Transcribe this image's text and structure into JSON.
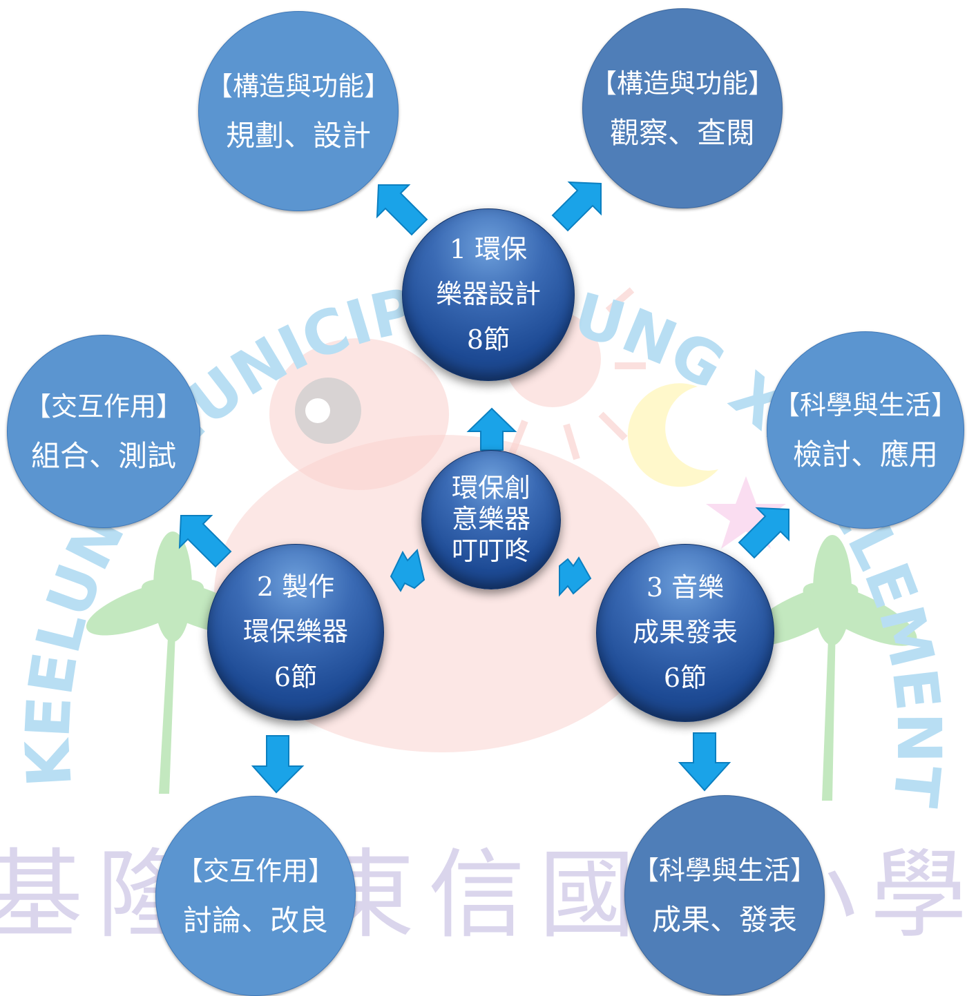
{
  "watermark": {
    "arc_text": "KEELUNG MUNICIPAL DUNG XIN ELEMENTARY SCHOOL",
    "bottom_text": "基隆市東信國民小學"
  },
  "hub": {
    "lines": [
      "環保創",
      "意樂器",
      "叮叮咚"
    ]
  },
  "steps": [
    {
      "id": "step-1",
      "lines": [
        "1 環保",
        "樂器設計",
        "8節"
      ]
    },
    {
      "id": "step-2",
      "lines": [
        "2 製作",
        "環保樂器",
        "6節"
      ]
    },
    {
      "id": "step-3",
      "lines": [
        "3 音樂",
        "成果發表",
        "6節"
      ]
    }
  ],
  "outcomes": [
    {
      "id": "outcome-plan",
      "category": "【構造與功能】",
      "activity": "規劃、設計"
    },
    {
      "id": "outcome-observe",
      "category": "【構造與功能】",
      "activity": "觀察、查閱"
    },
    {
      "id": "outcome-assemble",
      "category": "【交互作用】",
      "activity": "組合、測試"
    },
    {
      "id": "outcome-review",
      "category": "【科學與生活】",
      "activity": "檢討、應用"
    },
    {
      "id": "outcome-discuss",
      "category": "【交互作用】",
      "activity": "討論、改良"
    },
    {
      "id": "outcome-present",
      "category": "【科學與生活】",
      "activity": "成果、發表"
    }
  ],
  "colors": {
    "outer_light": "#5b95d0",
    "outer_dark": "#4f7eb8",
    "center": "#1d4a94",
    "arrow": "#1aa3e8",
    "watermark_text": "#7ec4ea",
    "watermark_chinese": "#c7bfe3",
    "watermark_mascot": "#f6b0aa",
    "watermark_palm": "#93d68a",
    "watermark_moon": "#fff2a0"
  }
}
